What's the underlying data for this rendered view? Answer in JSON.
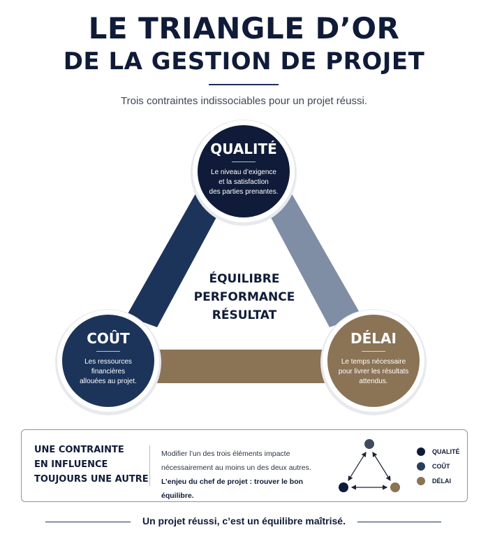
{
  "header": {
    "title_line1": "LE TRIANGLE D’OR",
    "title_line2": "DE LA GESTION DE PROJET",
    "subtitle": "Trois contraintes indissociables pour un projet réussi."
  },
  "nodes": {
    "qualite": {
      "title": "QUALITÉ",
      "desc1": "Le niveau d’exigence",
      "desc2": "et la satisfaction",
      "desc3": "des parties prenantes."
    },
    "cout": {
      "title": "COÛT",
      "desc1": "Les ressources",
      "desc2": "financières",
      "desc3": "allouées au projet."
    },
    "delai": {
      "title": "DÉLAI",
      "desc1": "Le temps nécessaire",
      "desc2": "pour livrer les résultats",
      "desc3": "attendus."
    }
  },
  "center": {
    "line1": "ÉQUILIBRE",
    "line2": "PERFORMANCE",
    "line3": "RÉSULTAT"
  },
  "info_box": {
    "title1": "UNE CONTRAINTE",
    "title2": "EN INFLUENCE",
    "title3": "TOUJOURS UNE AUTRE",
    "text1": "Modifier l’un des trois éléments impacte",
    "text2": "nécessairement au moins un des deux autres.",
    "text3": "L’enjeu du chef de projet : trouver le bon équilibre."
  },
  "legend": {
    "qualite": "QUALITÉ",
    "cout": "COÛT",
    "delai": "DÉLAI"
  },
  "footer": {
    "text": "Un projet réussi, c’est un équilibre maîtrisé."
  },
  "colors": {
    "qualite": "#0f1b38",
    "cout": "#1c3459",
    "delai": "#8b7356",
    "side_left": "#1c3459",
    "side_right": "#7f8da5",
    "side_bottom": "#8b7356"
  }
}
